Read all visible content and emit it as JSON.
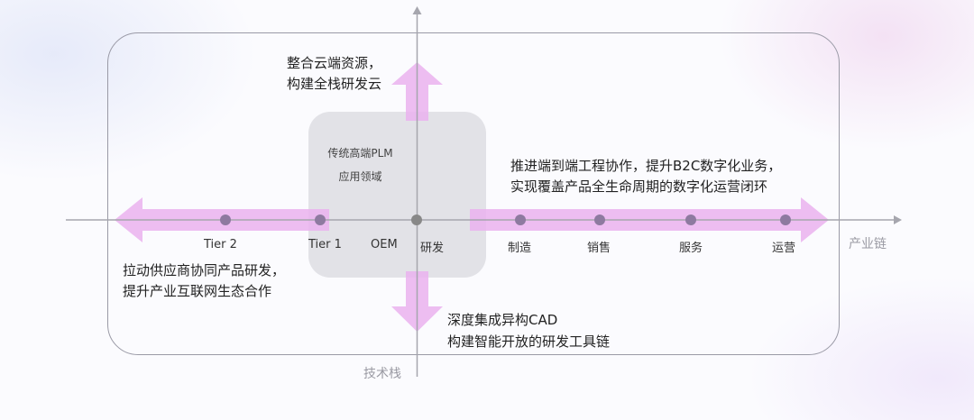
{
  "axes": {
    "horizontal_label": "产业链",
    "vertical_label": "技术栈"
  },
  "core": {
    "line1": "传统高端PLM",
    "line2": "应用领域"
  },
  "stages": {
    "tier2": "Tier 2",
    "tier1": "Tier 1",
    "oem": "OEM",
    "rd": "研发",
    "manufacturing": "制造",
    "sales": "销售",
    "service": "服务",
    "operation": "运营"
  },
  "callouts": {
    "top": [
      "整合云端资源，",
      "构建全栈研发云"
    ],
    "right": [
      "推进端到端工程协作，提升B2C数字化业务，",
      "实现覆盖产品全生命周期的数字化运营闭环"
    ],
    "left": [
      "拉动供应商协同产品研发，",
      "提升产业互联网生态合作"
    ],
    "bottom": [
      "深度集成异构CAD",
      "构建智能开放的研发工具链"
    ]
  },
  "colors": {
    "arrow": "#eab2ee",
    "axis": "#a6a6ae",
    "dot": "#8e7aa0"
  }
}
